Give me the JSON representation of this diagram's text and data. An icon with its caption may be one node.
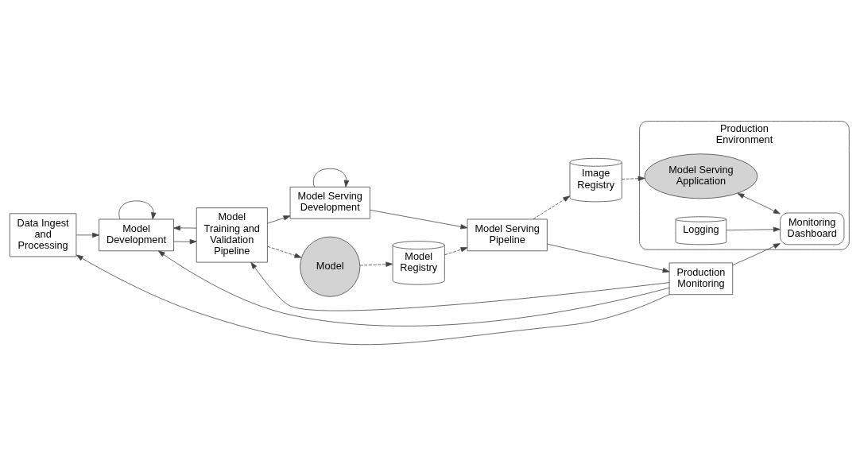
{
  "diagram": {
    "nodes": [
      {
        "text": [
          "Data Ingest and Processing"
        ]
      },
      {
        "text": [
          "Model Development"
        ]
      },
      {
        "text": [
          "Model Training and Validation Pipeline"
        ]
      },
      {
        "text": [
          "Model Serving Development"
        ]
      },
      {
        "text": [
          "Model Serving Pipeline"
        ]
      },
      {
        "text": [
          "Model"
        ]
      },
      {
        "text": [
          "Model Registry"
        ]
      },
      {
        "text": [
          "Image Registry"
        ]
      },
      {
        "text": [
          "Production Environment"
        ]
      },
      {
        "text": [
          "Model Serving Application"
        ],
        "in": 8
      },
      {
        "text": [
          "Monitoring Dashboard"
        ],
        "in": 8
      },
      {
        "text": [
          "Logging"
        ],
        "in": 8
      },
      {
        "text": [
          "Production Monitoring"
        ]
      }
    ],
    "edges": [
      {
        "from": 0,
        "to": 1,
        "arrow": "to"
      },
      {
        "from": 1,
        "to": 1,
        "arrow": "to"
      },
      {
        "from": 1,
        "to": 2,
        "arrow": "to"
      },
      {
        "from": 2,
        "to": 3,
        "arrow": "to"
      },
      {
        "from": 3,
        "to": 3,
        "arrow": "to"
      },
      {
        "from": 3,
        "to": 4,
        "arrow": "to"
      },
      {
        "from": 2,
        "to": 5,
        "arrow": "to",
        "style": "dashed"
      },
      {
        "from": 5,
        "to": 6,
        "arrow": "to",
        "style": "dashed"
      },
      {
        "from": 6,
        "to": 4,
        "arrow": "to",
        "style": "dashed"
      },
      {
        "from": 4,
        "to": 7,
        "arrow": "to",
        "style": "dashed"
      },
      {
        "from": 7,
        "to": 9,
        "arrow": "to",
        "style": "dashed"
      },
      {
        "from": 4,
        "to": 12,
        "arrow": "to"
      },
      {
        "from": 9,
        "to": 10,
        "arrow": "both"
      },
      {
        "from": 11,
        "to": 10,
        "arrow": "to"
      },
      {
        "from": 12,
        "to": 10,
        "arrow": "to"
      },
      {
        "from": 2,
        "to": 1,
        "arrow": "to"
      },
      {
        "from": 12,
        "to": 2,
        "arrow": "to"
      },
      {
        "from": 12,
        "to": 1,
        "arrow": "to"
      },
      {
        "from": 12,
        "to": 0,
        "arrow": "to"
      }
    ]
  }
}
